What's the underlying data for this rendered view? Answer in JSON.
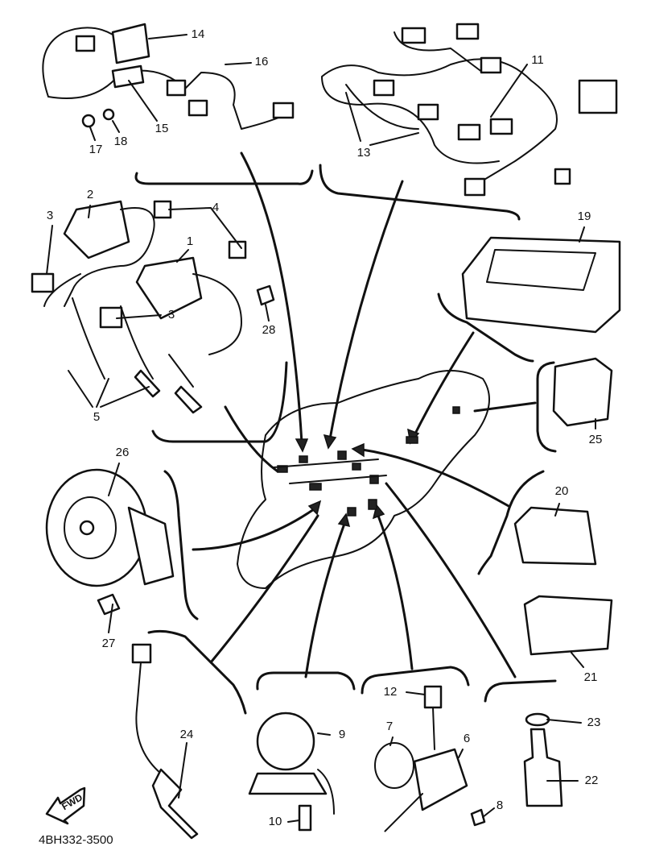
{
  "diagram": {
    "part_labels": [
      "14",
      "16",
      "17",
      "18",
      "15",
      "11",
      "13",
      "2",
      "3",
      "4",
      "1",
      "28",
      "3",
      "5",
      "19",
      "25",
      "26",
      "20",
      "27",
      "21",
      "24",
      "9",
      "12",
      "7",
      "6",
      "23",
      "22",
      "10",
      "8"
    ],
    "direction_label": "FWD",
    "drawing_code": "4BH332-3500"
  }
}
